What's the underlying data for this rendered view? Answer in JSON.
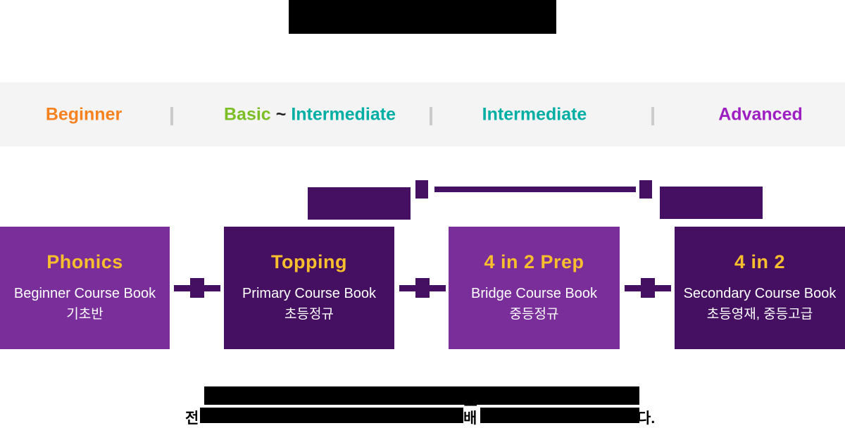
{
  "top_banner": {
    "note": "solid black banner, no legible text"
  },
  "levels_bar": {
    "background": "#F4F4F4",
    "beginner": {
      "label": "Beginner",
      "color": "#F6821F"
    },
    "mixed": {
      "basic": "Basic",
      "tilde": "~",
      "intermediate": "Intermediate",
      "basic_color": "#7CBE26",
      "intermediate_color": "#00AEA4"
    },
    "intermediate": {
      "label": "Intermediate",
      "color": "#00AEA4"
    },
    "advanced": {
      "label": "Advanced",
      "color": "#9E1FC1"
    }
  },
  "colors": {
    "light_purple": "#7A2E99",
    "dark_purple": "#451061",
    "gold": "#F7BE2D",
    "divider_gray": "#CBCBCB"
  },
  "courses": [
    {
      "title": "Phonics",
      "subtitle": "Beginner Course Book",
      "subtitle_kr": "기초반",
      "variant": "light"
    },
    {
      "title": "Topping",
      "subtitle": "Primary Course Book",
      "subtitle_kr": "초등정규",
      "variant": "dark"
    },
    {
      "title": "4 in 2 Prep",
      "subtitle": "Bridge Course Book",
      "subtitle_kr": "중등정규",
      "variant": "light"
    },
    {
      "title": "4 in 2",
      "subtitle": "Secondary Course Book",
      "subtitle_kr": "초등영재, 중등고급",
      "variant": "dark"
    }
  ],
  "bottom_text": {
    "line1_visible_fragment": "를",
    "line2_start_fragment": "전",
    "line2_mid_fragment": "배",
    "line2_end_fragment": "다."
  }
}
